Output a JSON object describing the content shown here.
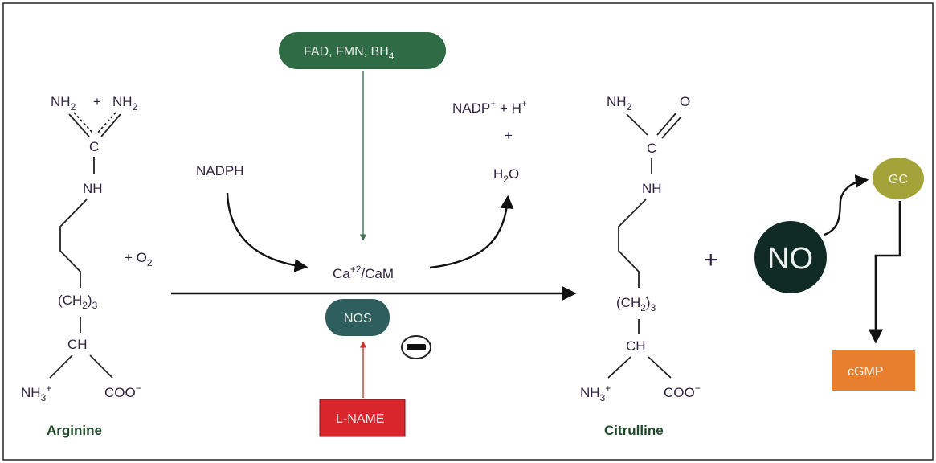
{
  "arginine": {
    "nh2_left": "NH",
    "nh2_sub": "2",
    "plus_between": "+",
    "c": "C",
    "nh": "NH",
    "ch2_3_open": "(CH",
    "ch2_3_sub": "2",
    "ch2_3_close": ")",
    "ch2_3_n": "3",
    "ch": "CH",
    "nh3_main": "NH",
    "nh3_sub": "3",
    "nh3_sup": "+",
    "coo_main": "COO",
    "coo_sup": "−",
    "name": "Arginine"
  },
  "o2": {
    "plus": "+ O",
    "sub": "2"
  },
  "cofactors": {
    "main": "FAD, FMN, BH",
    "sub": "4",
    "color": "#2f6b45"
  },
  "nadph": "NADPH",
  "camodulin": {
    "ca": "Ca",
    "sup": "+2",
    "rest": "/CaM"
  },
  "nadp": {
    "main": "NADP",
    "sup1": "+",
    "plus": " +  H",
    "sup2": "+"
  },
  "plus_water": "+",
  "water": {
    "h": "H",
    "sub": "2",
    "o": "O"
  },
  "nos": {
    "label": "NOS",
    "color": "#2f5e5e"
  },
  "inhibit_sign": "−",
  "lname": {
    "label": "L-NAME",
    "color": "#d9262c"
  },
  "citrulline": {
    "nh2_main": "NH",
    "nh2_sub": "2",
    "o": "O",
    "c": "C",
    "nh": "NH",
    "ch2_3_open": "(CH",
    "ch2_3_sub": "2",
    "ch2_3_close": ")",
    "ch2_3_n": "3",
    "ch": "CH",
    "nh3_main": "NH",
    "nh3_sub": "3",
    "nh3_sup": "+",
    "coo_main": "COO",
    "coo_sup": "−",
    "name": "Citrulline"
  },
  "plus_no": "+",
  "no": {
    "label": "NO",
    "color": "#0f2b24"
  },
  "gc": {
    "label": "GC",
    "color": "#a3a33a"
  },
  "cgmp": {
    "label": "cGMP",
    "color": "#e87f2e"
  }
}
